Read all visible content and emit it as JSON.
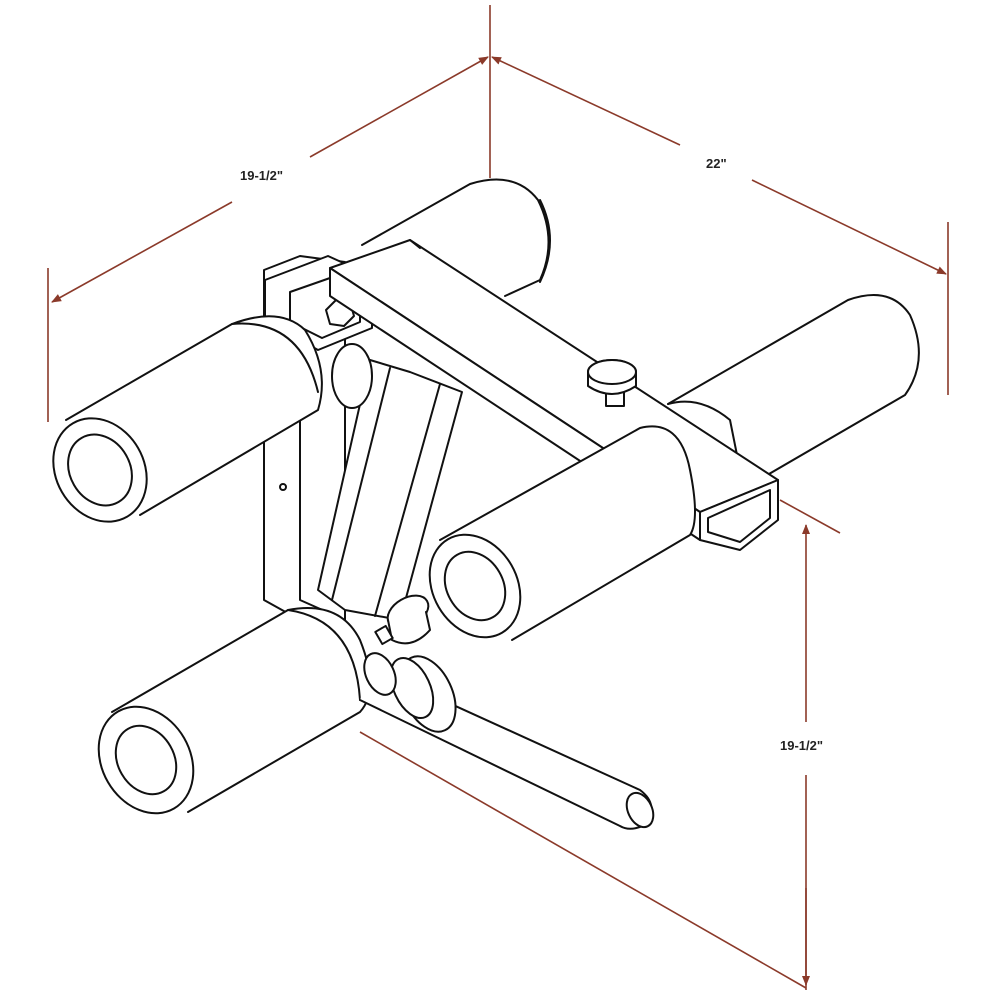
{
  "dimensions": {
    "width_label": "19-1/2\"",
    "depth_label": "22\"",
    "height_label": "19-1/2\""
  },
  "colors": {
    "dimension_line": "#8b3a2a",
    "outline": "#111111",
    "fill": "#ffffff"
  }
}
